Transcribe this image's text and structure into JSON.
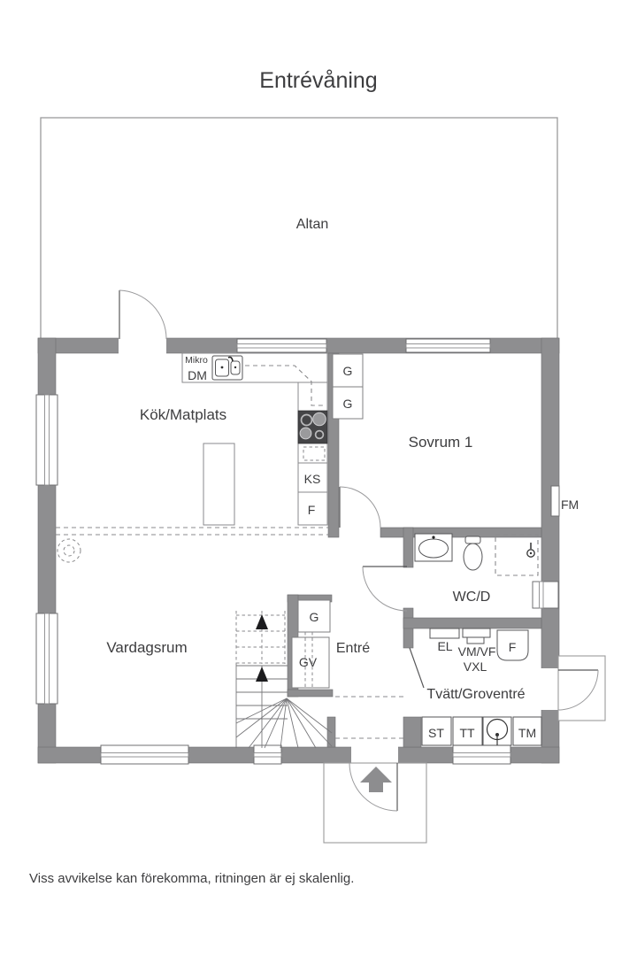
{
  "title": "Entrévåning",
  "footer": "Viss avvikelse kan förekomma, ritningen är ej skalenlig.",
  "rooms": {
    "altan": "Altan",
    "kitchen": "Kök/Matplats",
    "bedroom": "Sovrum 1",
    "living": "Vardagsrum",
    "entry": "Entré",
    "wc": "WC/D",
    "laundry": "Tvätt/Groventré"
  },
  "fixtures": {
    "mikro": "Mikro",
    "dm": "DM",
    "g_top": "G",
    "g_bottom": "G",
    "ks": "KS",
    "f_kitchen": "F",
    "fm": "FM",
    "g_entry": "G",
    "gv": "GV",
    "el": "EL",
    "vmvf": "VM/VF",
    "vxl": "VXL",
    "f_laundry": "F",
    "st": "ST",
    "tt": "TT",
    "tm": "TM"
  },
  "colors": {
    "wall": "#8e8e90",
    "line": "#8a8a8c",
    "text": "#3d3d3f",
    "stove": "#454547",
    "arrow": "#8d8d8f"
  }
}
